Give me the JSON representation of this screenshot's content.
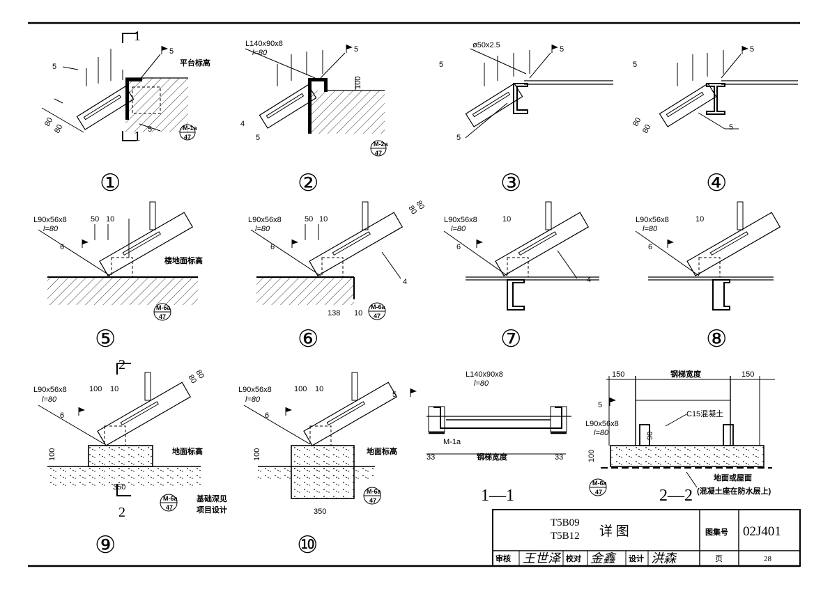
{
  "details": [
    {
      "number": "①",
      "labels": [
        "5",
        "5",
        "平台标高",
        "5",
        "80",
        "80"
      ],
      "section_mark": "1",
      "detail_ref": {
        "top": "M-1a",
        "bottom": "47"
      }
    },
    {
      "number": "②",
      "labels": [
        "L140x90x8",
        "l=80",
        "5",
        "100",
        "4",
        "5"
      ],
      "detail_ref": {
        "top": "M-2a",
        "bottom": "47"
      }
    },
    {
      "number": "③",
      "labels": [
        "ø50x2.5",
        "5",
        "5",
        "5"
      ]
    },
    {
      "number": "④",
      "labels": [
        "5",
        "5",
        "80",
        "80",
        "5"
      ]
    },
    {
      "number": "⑤",
      "labels": [
        "L90x56x8",
        "l=80",
        "50",
        "10",
        "6",
        "楼地面标高"
      ],
      "detail_ref": {
        "top": "M-6a",
        "bottom": "47"
      }
    },
    {
      "number": "⑥",
      "labels": [
        "L90x56x8",
        "l=80",
        "50",
        "10",
        "80",
        "80",
        "6",
        "4",
        "138",
        "10"
      ],
      "detail_ref": {
        "top": "M-6a",
        "bottom": "47"
      }
    },
    {
      "number": "⑦",
      "labels": [
        "L90x56x8",
        "l=80",
        "10",
        "6",
        "4"
      ]
    },
    {
      "number": "⑧",
      "labels": [
        "L90x56x8",
        "l=80",
        "10",
        "6"
      ]
    },
    {
      "number": "⑨",
      "labels": [
        "L90x56x8",
        "l=80",
        "100",
        "10",
        "80",
        "80",
        "6",
        "100",
        "地面标高",
        "350"
      ],
      "section_mark": "2",
      "detail_ref": {
        "top": "M-6a",
        "bottom": "47"
      }
    },
    {
      "number": "⑩",
      "labels": [
        "L90x56x8",
        "l=80",
        "100",
        "10",
        "6",
        "100",
        "地面标高",
        "350",
        "基础深见",
        "项目设计"
      ],
      "detail_ref": {
        "top": "M-6a",
        "bottom": "47"
      }
    }
  ],
  "section_1_1": {
    "title": "1—1",
    "labels": [
      "L140x90x8",
      "l=80",
      "5",
      "M-1a",
      "33",
      "钢梯宽度",
      "33"
    ]
  },
  "section_2_2": {
    "title": "2—2",
    "labels": [
      "150",
      "钢梯宽度",
      "150",
      "5",
      "C15混凝土",
      "L90x56x8",
      "l=80",
      "90",
      "100",
      "地面或屋面",
      "(混凝土座在防水层上)"
    ],
    "detail_ref": {
      "top": "M-6a",
      "bottom": "47"
    }
  },
  "title_block": {
    "codes": [
      "T5B09",
      "T5B12"
    ],
    "drawing_title": "详  图",
    "atlas_label": "图集号",
    "atlas_number": "02J401",
    "review_label": "审核",
    "check_label": "校对",
    "design_label": "设计",
    "page_label": "页",
    "page_number": "28",
    "signatures": [
      "王世泽",
      "金鑫",
      "洪森"
    ]
  }
}
